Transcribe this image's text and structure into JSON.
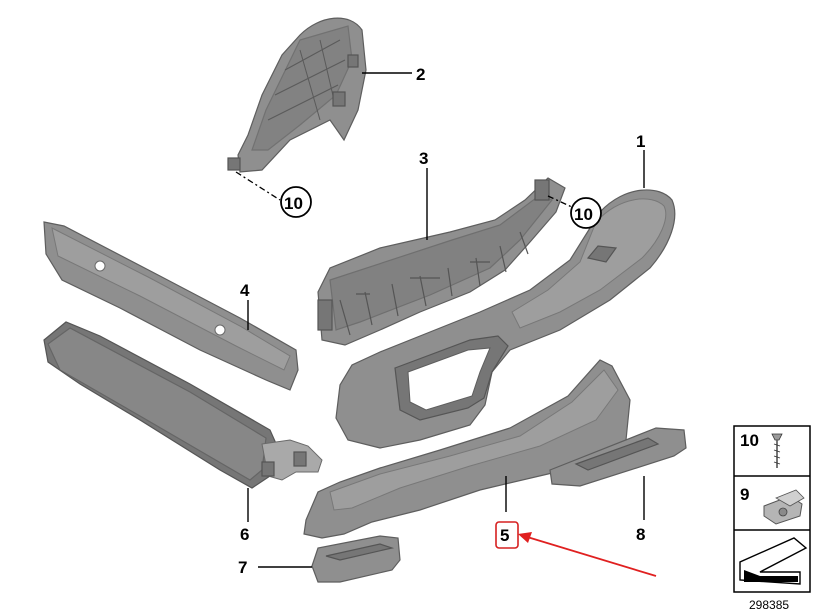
{
  "callouts": {
    "c1": "1",
    "c2": "2",
    "c3": "3",
    "c4": "4",
    "c5": "5",
    "c6": "6",
    "c7": "7",
    "c8": "8",
    "c10a": "10",
    "c10b": "10"
  },
  "legend": {
    "row1": "10",
    "row2": "9"
  },
  "diagram_id": "298385",
  "colors": {
    "part": "#8f8f8f",
    "highlight_box": "#d62020",
    "arrow": "#e02020"
  }
}
